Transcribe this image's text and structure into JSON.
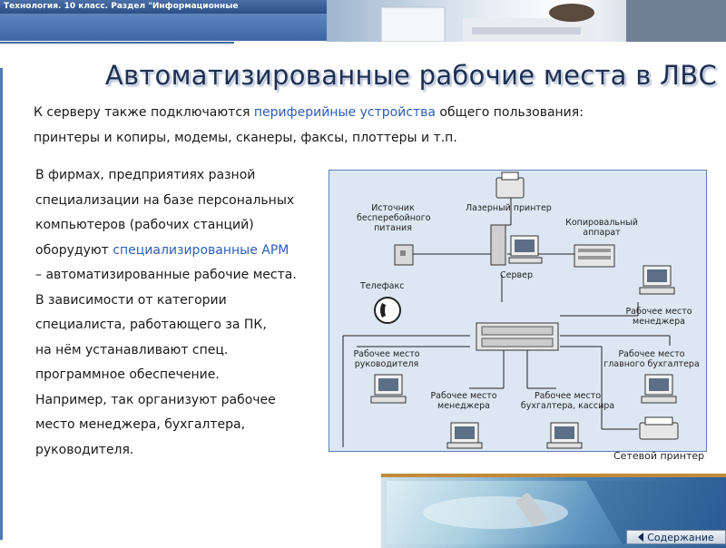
{
  "header": {
    "title": "Технология. 10 класс.  Раздел  \"Информационные"
  },
  "page_title": "Автоматизированные рабочие места в ЛВС",
  "intro": {
    "line1_before": "К серверу также подключаются ",
    "line1_link": "периферийные устройства",
    "line1_after": " общего пользования:",
    "line2": "принтеры и копиры, модемы, сканеры, факсы, плоттеры и т.п."
  },
  "body": {
    "l1": "В фирмах, предприятиях разной",
    "l2": "специализации на базе персональных",
    "l3": "компьютеров (рабочих станций)",
    "l4_before": "оборудуют ",
    "l4_link": "специализированные АРМ",
    "l5": "– автоматизированные рабочие места.",
    "l6": "В зависимости от категории",
    "l7": "специалиста, работающего за ПК,",
    "l8": "на нём устанавливают спец.",
    "l9": "программное обеспечение.",
    "l10": "Например, так организуют рабочее",
    "l11": "место менеджера, бухгалтера,",
    "l12": "руководителя."
  },
  "diagram": {
    "laser_printer": "Лазерный принтер",
    "ups_l1": "Источник",
    "ups_l2": "бесперебойного",
    "ups_l3": "питания",
    "copier_l1": "Копировальный",
    "copier_l2": "аппарат",
    "server": "Сервер",
    "fax": "Телефакс",
    "manager_l1": "Рабочее место",
    "manager_l2": "менеджера",
    "head_l1": "Рабочее место",
    "head_l2": "руководителя",
    "chief_acc_l1": "Рабочее место",
    "chief_acc_l2": "главного бухгалтера",
    "mgr2_l1": "Рабочее место",
    "mgr2_l2": "менеджера",
    "acc_l1": "Рабочее место",
    "acc_l2": "бухгалтера, кассира"
  },
  "network_printer_caption": "Сетевой принтер",
  "footer": {
    "contents_button": "Содержание"
  },
  "colors": {
    "accent": "#3e66a4",
    "link": "#2b5fb6",
    "diagram_bg": "#dde7f3"
  }
}
